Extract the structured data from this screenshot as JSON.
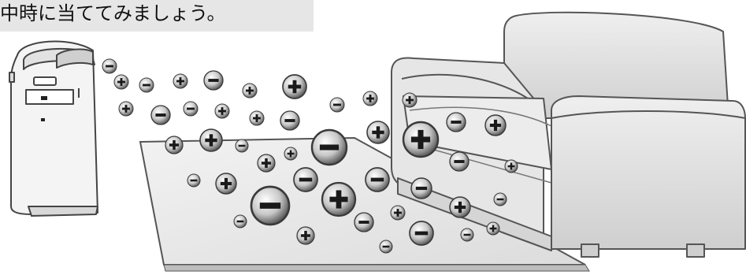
{
  "caption": {
    "text": "中時に当ててみましょう。"
  },
  "illustration": {
    "subjects": [
      "air-purifier",
      "ion-particles",
      "rug",
      "sofa"
    ],
    "colors": {
      "caption_band": "#e6e6e6",
      "ion_fill_light": "#ffffff",
      "ion_fill_dark": "#4a4a4a",
      "ion_symbol": "#1a1a1a",
      "rug_fill": "#e9e9e9",
      "sofa_fill": "#e3e3e3",
      "outline": "#555555"
    }
  }
}
